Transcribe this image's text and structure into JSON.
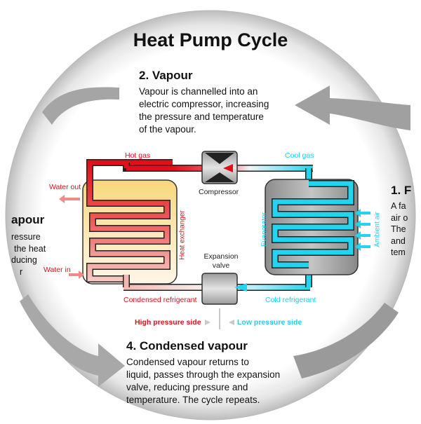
{
  "title": "Heat Pump Cycle",
  "steps": {
    "step2": {
      "heading": "2. Vapour",
      "lines": [
        "Vapour is channelled into an",
        "electric compressor, increasing",
        "the pressure and temperature",
        "of the vapour."
      ]
    },
    "step4": {
      "heading": "4. Condensed vapour",
      "lines": [
        "Condensed vapour returns to",
        "liquid, passes through the expansion",
        "valve, reducing pressure and",
        "temperature. The cycle repeats."
      ]
    },
    "step1_partial": {
      "heading": "1. F",
      "lines": [
        "A fa",
        "air o",
        "The",
        "and",
        "tem"
      ]
    },
    "step3_partial": {
      "heading": "apour",
      "lines": [
        "ressure",
        "the heat",
        "ducing",
        "r"
      ]
    }
  },
  "labels": {
    "hot_gas": "Hot gas",
    "cool_gas": "Cool gas",
    "compressor": "Compressor",
    "expansion_valve_1": "Expansion",
    "expansion_valve_2": "valve",
    "water_out": "Water out",
    "water_in": "Water in",
    "heat_exchanger": "Heat exchanger",
    "evaporator": "Evaporator",
    "ambient_air": "Ambient air",
    "condensed_refrigerant": "Condensed refrigerant",
    "cold_refrigerant": "Cold refrigerant",
    "high_pressure_side": "High pressure side",
    "low_pressure_side": "Low pressure side"
  },
  "colors": {
    "hot": "#e0101a",
    "cold": "#22d4ee",
    "high_pressure_text": "#e0101a",
    "low_pressure_text": "#22ccee"
  }
}
